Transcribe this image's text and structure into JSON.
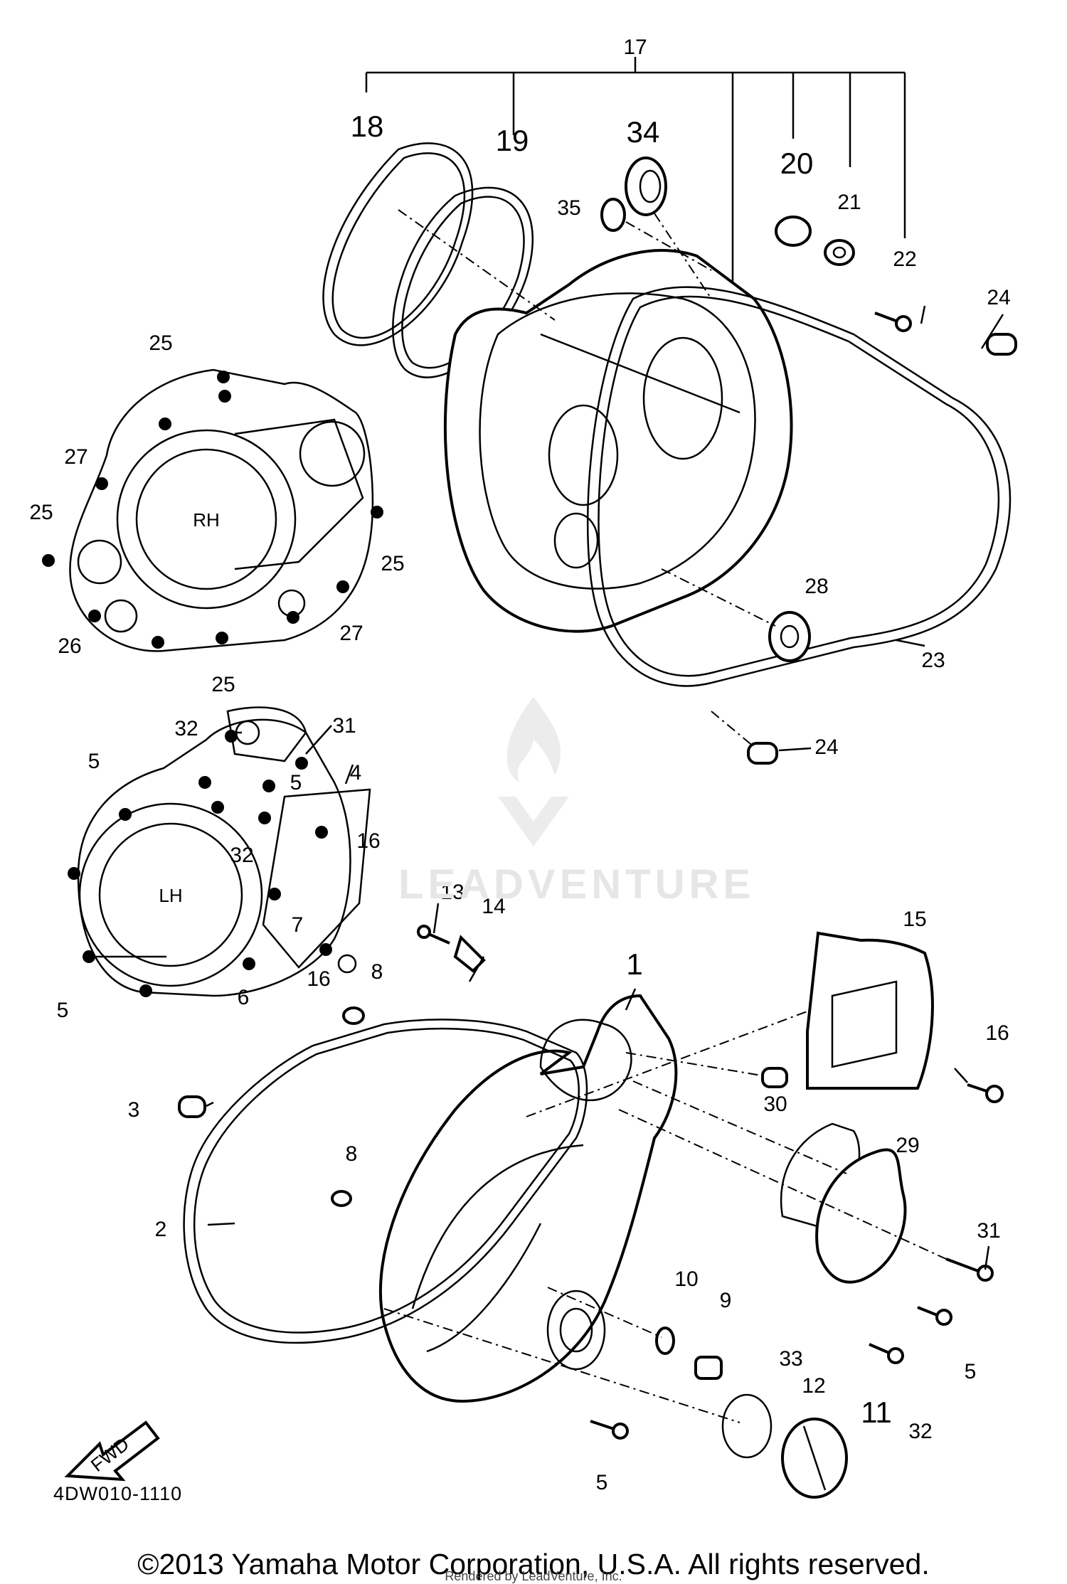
{
  "diagram": {
    "diagram_code": "4DW010-1110",
    "copyright": "©2013 Yamaha Motor Corporation, U.S.A. All rights reserved.",
    "rendered_by": "Rendered by LeadVenture, Inc.",
    "watermark": "LEADVENTURE",
    "fwd_label": "FWD",
    "rh_label": "RH",
    "lh_label": "LH",
    "callouts": [
      "17",
      "18",
      "19",
      "34",
      "35",
      "20",
      "21",
      "22",
      "24",
      "25",
      "27",
      "25",
      "25",
      "26",
      "25",
      "27",
      "28",
      "23",
      "32",
      "31",
      "5",
      "4",
      "5",
      "32",
      "16",
      "7",
      "5",
      "6",
      "16",
      "8",
      "13",
      "14",
      "1",
      "15",
      "16",
      "3",
      "8",
      "2",
      "30",
      "29",
      "31",
      "10",
      "9",
      "33",
      "5",
      "32",
      "12",
      "11",
      "5",
      "24"
    ]
  }
}
